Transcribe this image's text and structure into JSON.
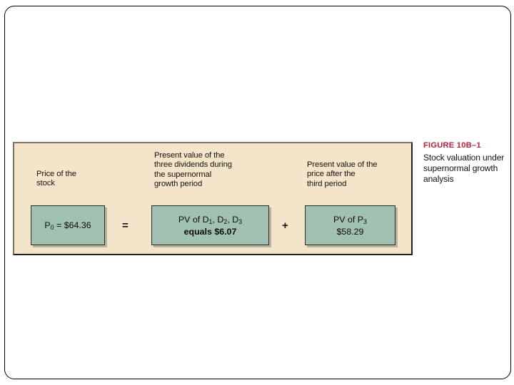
{
  "slide": {
    "background_color": "#ffffff",
    "border_color": "#000000"
  },
  "figure_panel": {
    "background_color": "#f3e4ca",
    "box_fill_color": "#a0c1b1",
    "box_border_color": "#2c2c2c"
  },
  "column_headers": {
    "price_of_stock": "Price of the\nstock",
    "pv_dividends": "Present value of the\nthree dividends during\nthe supernormal\ngrowth period",
    "pv_price_after_third": "Present value of the\nprice after the\nthird period"
  },
  "boxes": {
    "price": {
      "line1_prefix": "P",
      "line1_sub": "0",
      "line1_suffix": " = $64.36"
    },
    "dividends": {
      "line1_prefix": "PV of D",
      "line1_sub1": "1",
      "line1_mid1": ", D",
      "line1_sub2": "2",
      "line1_mid2": ", D",
      "line1_sub3": "3",
      "line2": "equals $6.07"
    },
    "price_after": {
      "line1_prefix": "PV of P",
      "line1_sub": "3",
      "line2": "$58.29"
    }
  },
  "operators": {
    "equals": "=",
    "plus": "+"
  },
  "figure_caption": {
    "number": "FIGURE 10B–1",
    "number_color": "#b4213a",
    "description": "Stock valuation under\nsupernormal growth\nanalysis"
  },
  "equation_summary": {
    "total_price": 64.36,
    "pv_of_dividends": 6.07,
    "pv_of_price_p3": 58.29
  }
}
